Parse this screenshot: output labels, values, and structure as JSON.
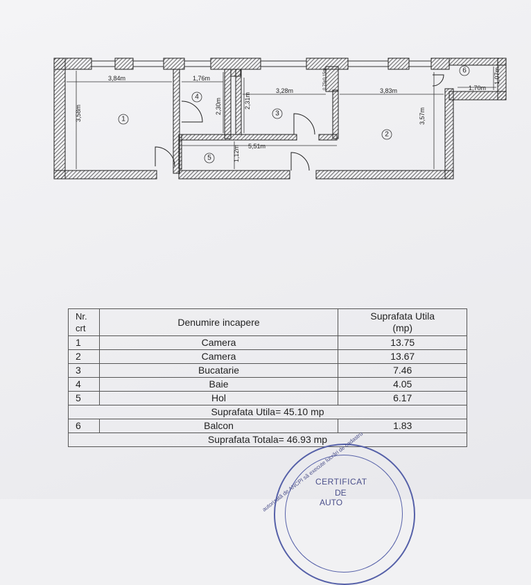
{
  "plan": {
    "dimensions": {
      "room1_width": "3,84m",
      "room1_height": "3,58m",
      "room4_width": "1,76m",
      "room4_height": "2,30m",
      "room3_width": "3,28m",
      "room3_height": "2,31m",
      "wall_note": "0,75x0,15m",
      "room2_width": "3,83m",
      "room2_height": "3,57m",
      "room6_width": "1,70m",
      "room6_height": "1,07m",
      "hall_width": "5,51m",
      "hall_height": "1,12m"
    },
    "room_numbers": {
      "r1": "1",
      "r2": "2",
      "r3": "3",
      "r4": "4",
      "r5": "5",
      "r6": "6"
    }
  },
  "table": {
    "header": {
      "nr": "Nr.\ncrt",
      "name": "Denumire incapere",
      "area": "Suprafata Utila\n(mp)"
    },
    "rows": [
      {
        "nr": "1",
        "name": "Camera",
        "area": "13.75"
      },
      {
        "nr": "2",
        "name": "Camera",
        "area": "13.67"
      },
      {
        "nr": "3",
        "name": "Bucatarie",
        "area": "7.46"
      },
      {
        "nr": "4",
        "name": "Baie",
        "area": "4.05"
      },
      {
        "nr": "5",
        "name": "Hol",
        "area": "6.17"
      }
    ],
    "useful_total": "Suprafata Utila= 45.10 mp",
    "balcony": {
      "nr": "6",
      "name": "Balcon",
      "area": "1.83"
    },
    "grand_total": "Suprafata Totala= 46.93 mp"
  },
  "stamp": {
    "arc_text": "autorizată de ANCPI să execute lucrări de cadastru",
    "line1": "CERTIFICAT",
    "line2": "DE",
    "line3": "AUTO"
  }
}
